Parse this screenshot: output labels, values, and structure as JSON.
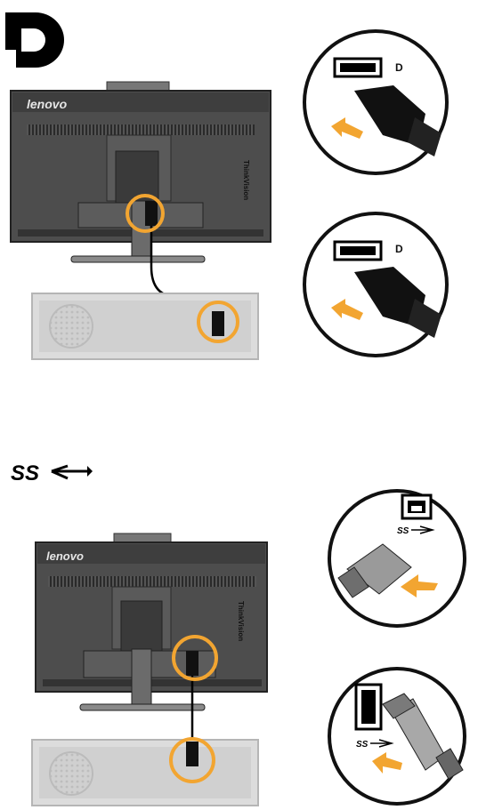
{
  "panels": {
    "displayport": {
      "icon": "displayport-icon",
      "monitor_brand": "lenovo",
      "monitor_model": "ThinkVision",
      "port_symbol": "D"
    },
    "usb": {
      "icon": "usb-superspeed-icon",
      "icon_text": "SS",
      "monitor_brand": "lenovo",
      "monitor_model": "ThinkVision",
      "port_symbol_text": "SS"
    }
  },
  "colors": {
    "highlight_ring": "#f2a531",
    "arrow": "#f2a531",
    "monitor_body": "#4a4a4a",
    "pc_case": "#dadada"
  }
}
